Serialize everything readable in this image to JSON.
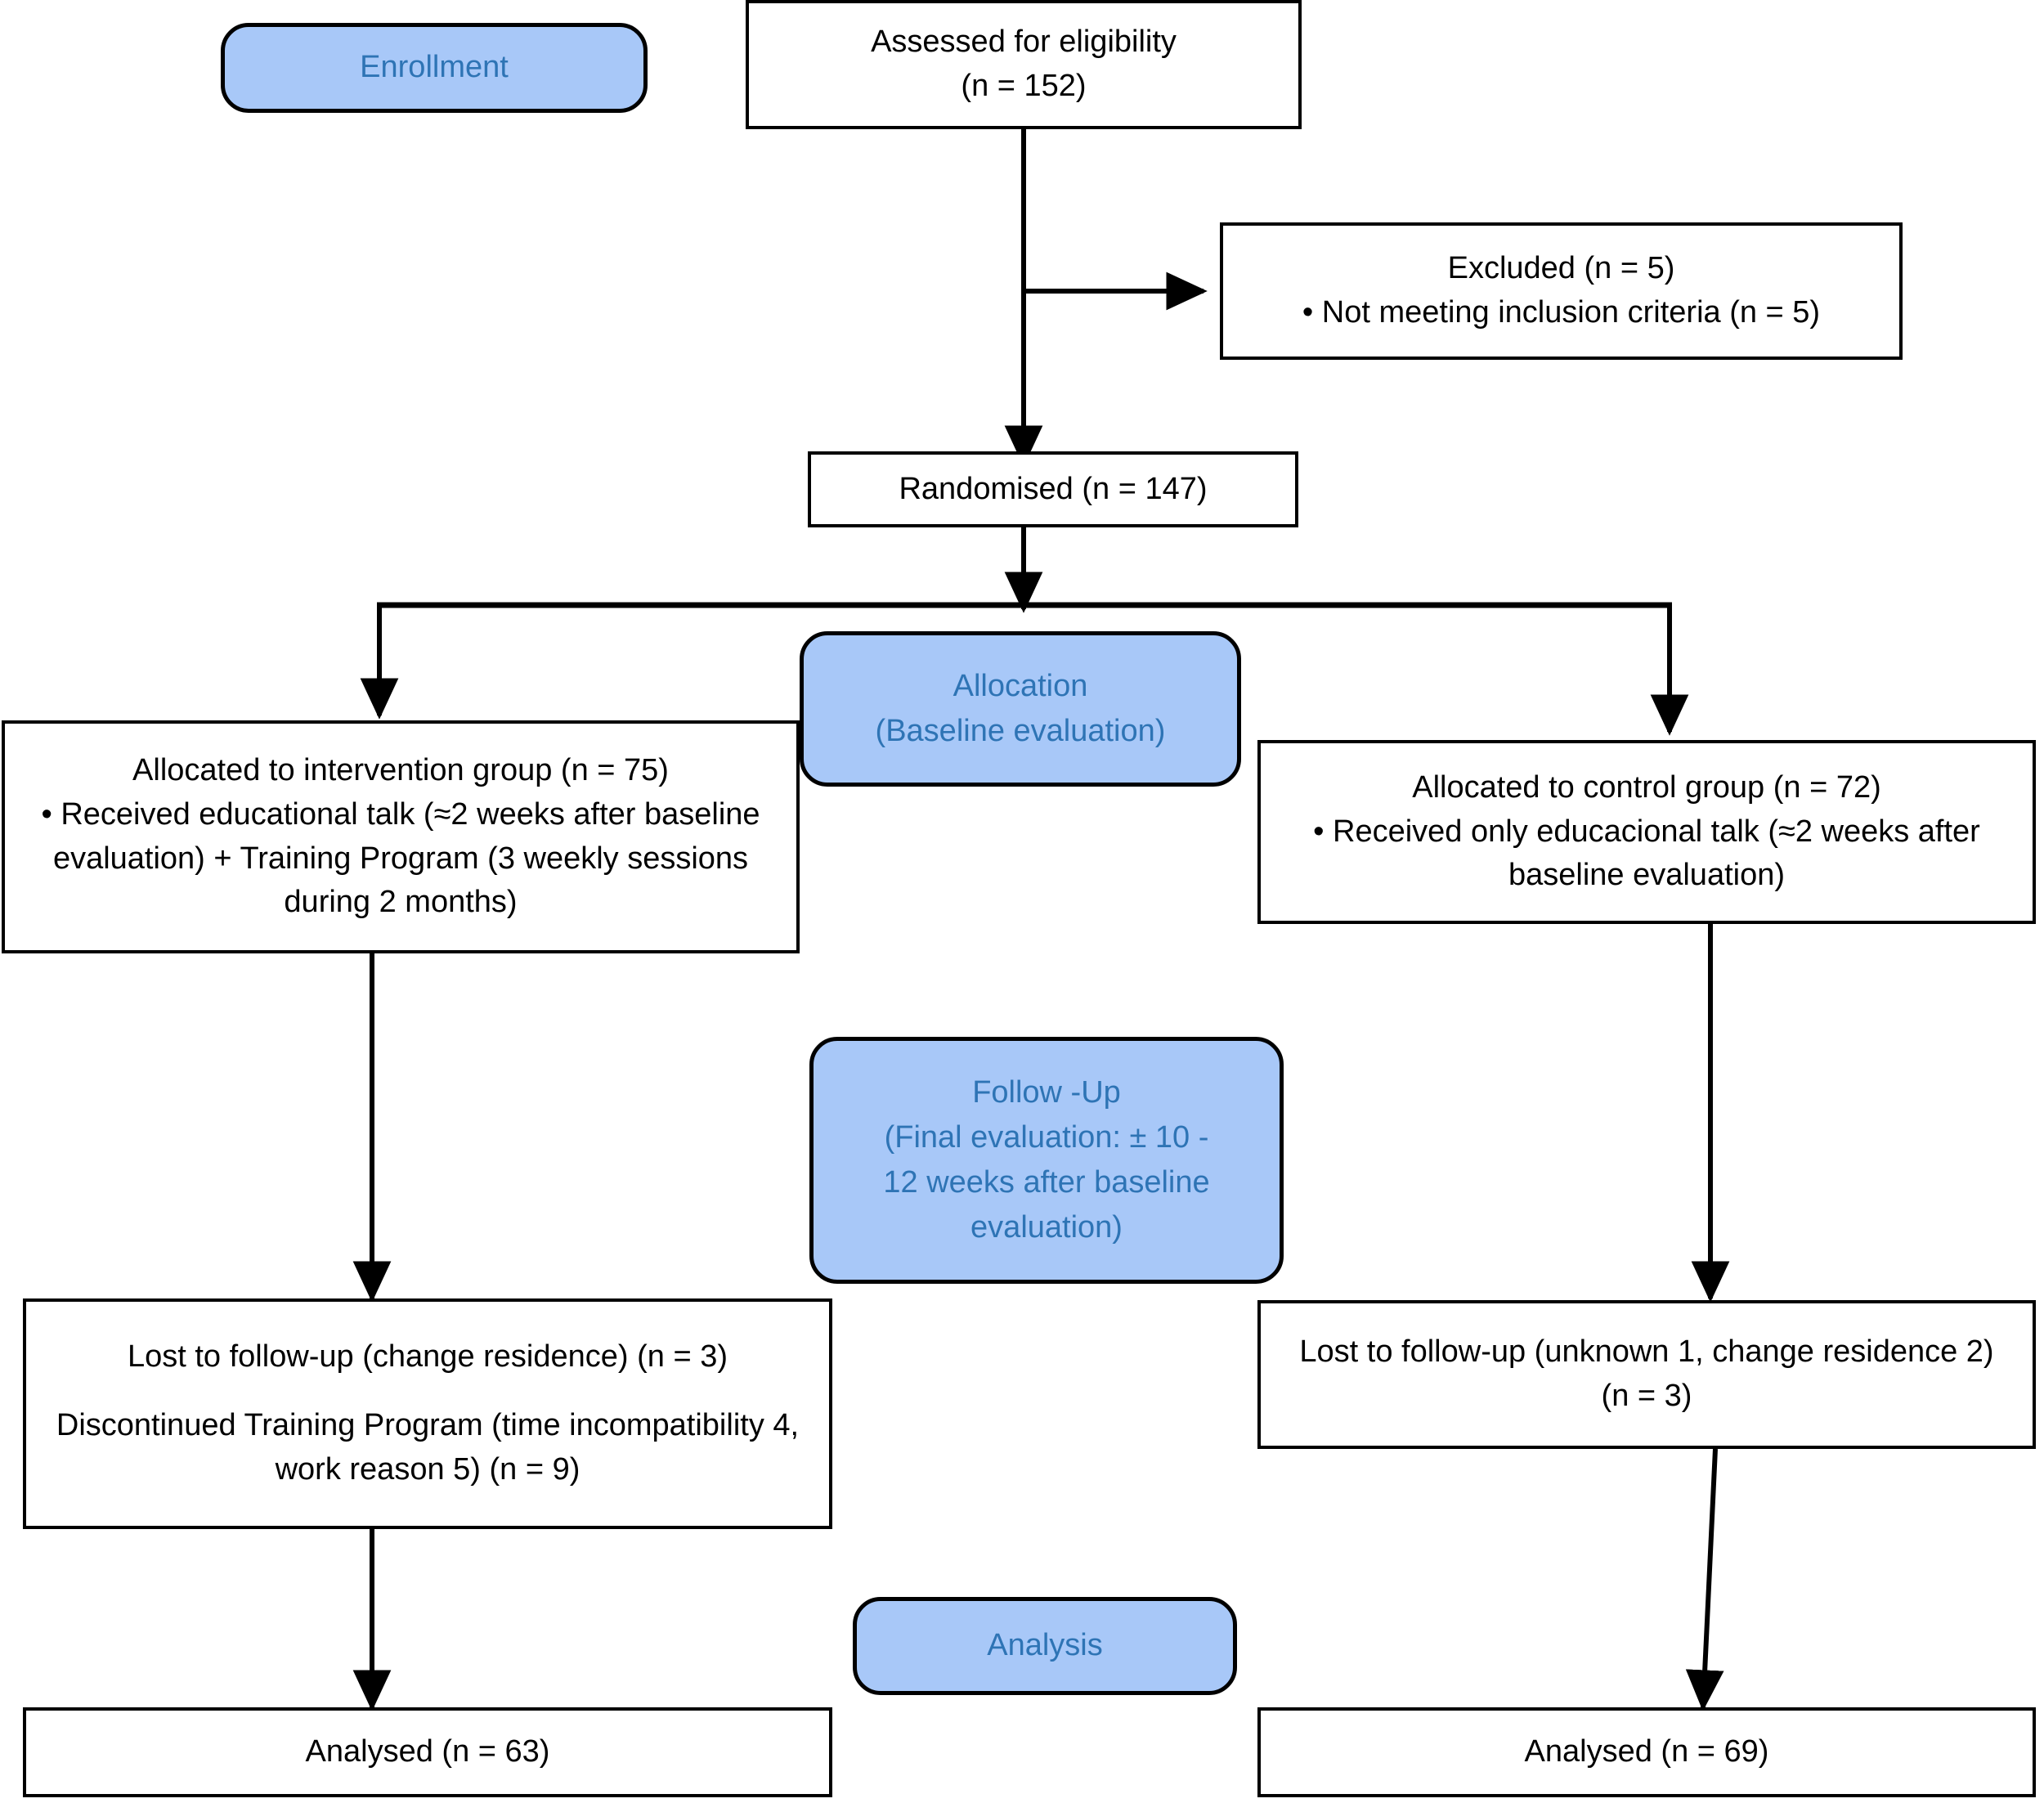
{
  "diagram": {
    "title": "CONSORT participant flow diagram",
    "colors": {
      "stage_fill": "#a8c8f8",
      "stage_text": "#2e74b5",
      "box_border": "#000000",
      "box_fill": "#ffffff",
      "connector": "#000000"
    },
    "stages": [
      {
        "id": "enrollment",
        "lines": [
          "Enrollment"
        ]
      },
      {
        "id": "allocation",
        "lines": [
          "Allocation",
          "(Baseline evaluation)"
        ]
      },
      {
        "id": "followup",
        "lines": [
          "Follow -Up",
          "(Final evaluation: ± 10 -",
          "12 weeks after baseline",
          "evaluation)"
        ]
      },
      {
        "id": "analysis",
        "lines": [
          "Analysis"
        ]
      }
    ],
    "nodes": [
      {
        "id": "assessed",
        "lines": [
          "Assessed for eligibility",
          "(n = 152)"
        ]
      },
      {
        "id": "excluded",
        "lines": [
          "Excluded (n = 5)",
          "• Not meeting inclusion criteria (n = 5)"
        ]
      },
      {
        "id": "randomised",
        "lines": [
          "Randomised (n = 147)"
        ]
      },
      {
        "id": "intervention",
        "lines": [
          "Allocated to intervention group (n = 75)",
          "• Received educational talk (≈2 weeks after baseline evaluation) + Training Program (3 weekly sessions during 2 months)"
        ]
      },
      {
        "id": "control",
        "lines": [
          "Allocated to control group (n = 72)",
          "• Received only educacional talk (≈2 weeks after baseline evaluation)"
        ]
      },
      {
        "id": "lost-intervention",
        "lines": [
          "Lost to follow-up (change residence) (n = 3)",
          "Discontinued Training Program (time incompatibility 4, work reason 5) (n = 9)"
        ]
      },
      {
        "id": "lost-control",
        "lines": [
          "Lost to follow-up (unknown 1, change residence 2) (n = 3)"
        ]
      },
      {
        "id": "analysed-intervention",
        "lines": [
          "Analysed (n = 63)"
        ]
      },
      {
        "id": "analysed-control",
        "lines": [
          "Analysed (n = 69)"
        ]
      }
    ]
  },
  "chart_data": {
    "type": "diagram",
    "title": "CONSORT flow diagram",
    "counts": {
      "assessed_for_eligibility": 152,
      "excluded_total": 5,
      "excluded_not_meeting_inclusion_criteria": 5,
      "randomised": 147,
      "allocated_intervention": 75,
      "allocated_control": 72,
      "intervention_lost_to_followup_change_residence": 3,
      "intervention_discontinued_training_program": 9,
      "intervention_discontinued_time_incompatibility": 4,
      "intervention_discontinued_work_reason": 5,
      "control_lost_to_followup_total": 3,
      "control_lost_unknown": 1,
      "control_lost_change_residence": 2,
      "analysed_intervention": 63,
      "analysed_control": 69
    }
  }
}
